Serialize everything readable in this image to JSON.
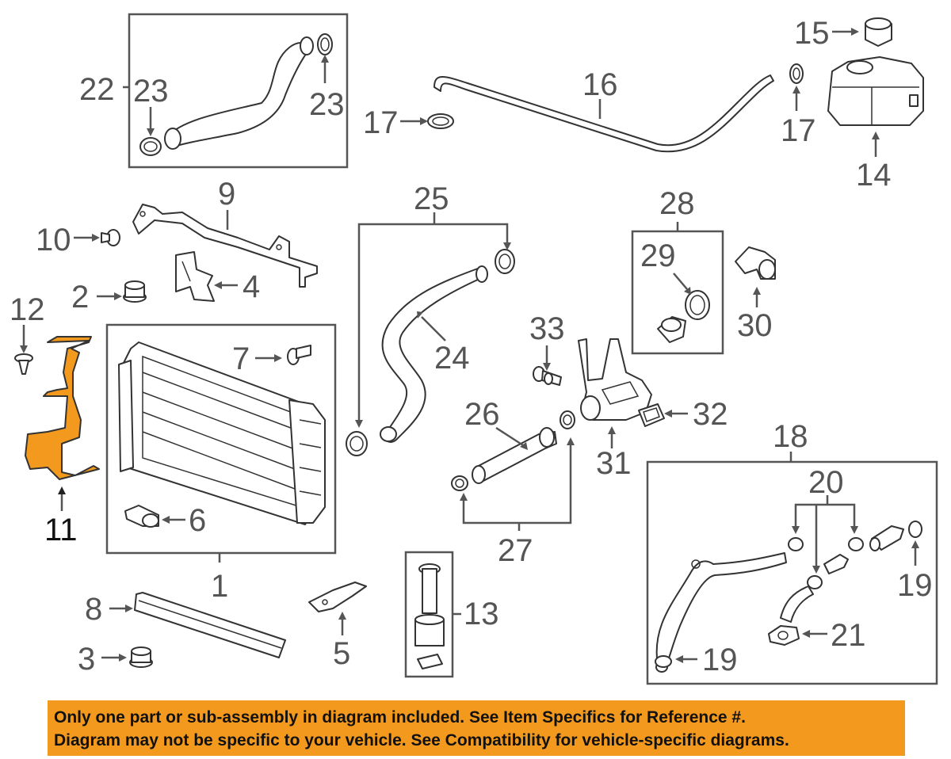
{
  "colors": {
    "highlight": "#f39a1e",
    "line": "#555555",
    "banner_background": "#f39a1e",
    "banner_text": "#111111"
  },
  "callouts": {
    "c1": "1",
    "c2": "2",
    "c3": "3",
    "c4": "4",
    "c5": "5",
    "c6": "6",
    "c7": "7",
    "c8": "8",
    "c9": "9",
    "c10": "10",
    "c11": "11",
    "c12": "12",
    "c13": "13",
    "c14": "14",
    "c15": "15",
    "c16": "16",
    "c17": "17",
    "c18": "18",
    "c19": "19",
    "c20": "20",
    "c21": "21",
    "c22": "22",
    "c23": "23",
    "c24": "24",
    "c25": "25",
    "c26": "26",
    "c27": "27",
    "c28": "28",
    "c29": "29",
    "c30": "30",
    "c31": "31",
    "c32": "32",
    "c33": "33"
  },
  "highlighted_part": "11",
  "banner": {
    "line1": "Only one part or sub-assembly in diagram included. See Item Specifics for Reference #.",
    "line2": "Diagram may not be specific to your vehicle. See Compatibility for vehicle-specific diagrams."
  }
}
